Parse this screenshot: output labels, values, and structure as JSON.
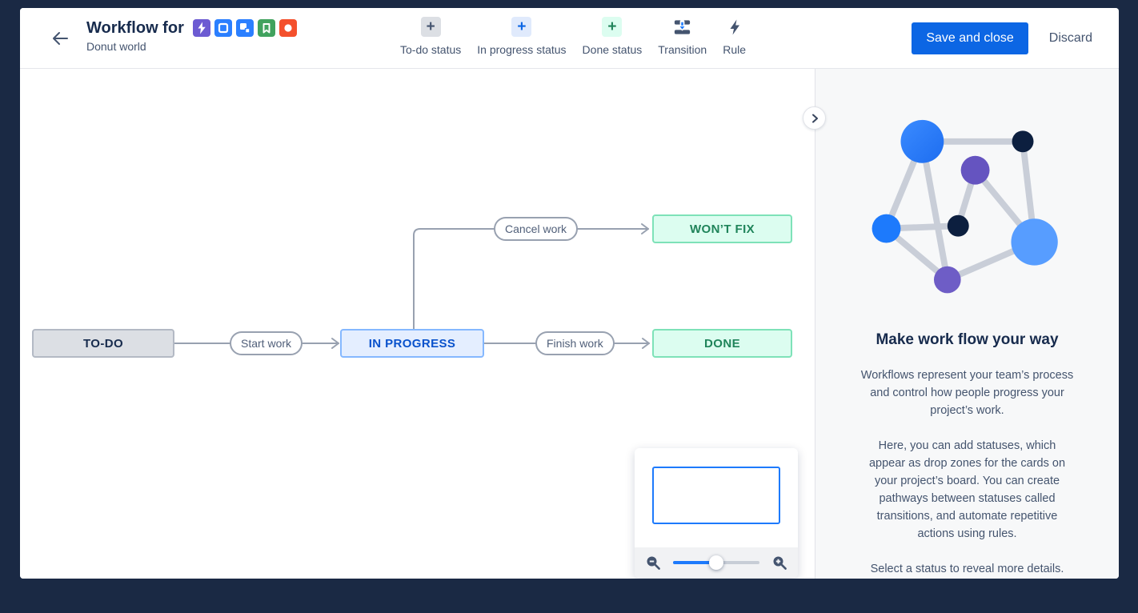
{
  "header": {
    "title": "Workflow for",
    "subtitle": "Donut world",
    "issue_type_icons": [
      {
        "name": "epic-icon",
        "glyph": "lightning",
        "color": "#6C5BD2"
      },
      {
        "name": "task-icon",
        "glyph": "square-outline",
        "color": "#2B7FFF"
      },
      {
        "name": "subtask-icon",
        "glyph": "subtask-squares",
        "color": "#2B7FFF"
      },
      {
        "name": "story-icon",
        "glyph": "bookmark",
        "color": "#41A25E"
      },
      {
        "name": "bug-icon",
        "glyph": "circle",
        "color": "#F4502C"
      }
    ],
    "toolbar": {
      "items": [
        {
          "label": "To-do status",
          "icon": "add-icon",
          "icon_bg": "#DCDFE4",
          "icon_color": "#44546F"
        },
        {
          "label": "In progress status",
          "icon": "add-icon",
          "icon_bg": "#E0EAFC",
          "icon_color": "#0C66E4"
        },
        {
          "label": "Done status",
          "icon": "add-icon",
          "icon_bg": "#DCFDF0",
          "icon_color": "#1F845A"
        },
        {
          "label": "Transition",
          "icon": "transition-icon",
          "icon_color": "#44546F"
        },
        {
          "label": "Rule",
          "icon": "lightning-icon",
          "icon_color": "#44546F"
        }
      ]
    },
    "save_label": "Save and close",
    "discard_label": "Discard"
  },
  "canvas": {
    "nodes": [
      {
        "label": "TO-DO",
        "category": "todo"
      },
      {
        "label": "IN PROGRESS",
        "category": "in-progress"
      },
      {
        "label": "DONE",
        "category": "done"
      },
      {
        "label": "WON’T FIX",
        "category": "done"
      }
    ],
    "transitions": [
      {
        "label": "Start work",
        "from": "TO-DO",
        "to": "IN PROGRESS"
      },
      {
        "label": "Cancel work",
        "from": "IN PROGRESS",
        "to": "WON’T FIX"
      },
      {
        "label": "Finish work",
        "from": "IN PROGRESS",
        "to": "DONE"
      }
    ]
  },
  "minimap": {
    "slider_value_pct": 50,
    "zoom_out_icon": "magnifier-minus",
    "zoom_in_icon": "magnifier-plus"
  },
  "side_panel": {
    "heading": "Make work flow your way",
    "paragraphs": [
      "Workflows represent your team’s process and control how people progress your project’s work.",
      "Here, you can add statuses, which appear as drop zones for the cards on your project’s board. You can create pathways between statuses called transitions, and automate repetitive actions using rules.",
      "Select a status to reveal more details."
    ]
  },
  "colors": {
    "frame_background": "#1A2944",
    "primary_blue": "#0C66E4",
    "heading_text": "#172B4D",
    "secondary_text": "#44546F",
    "edge_gray": "#98A1B0",
    "todo_bg": "#DCDFE4",
    "inprogress_bg": "#E4EEFF",
    "inprogress_border": "#85B8FF",
    "done_bg": "#DCFDF0",
    "done_border": "#7EE2B8",
    "done_text": "#1F845A",
    "panel_bg": "#F7F8F9",
    "minimap_viewport_border": "#1D7AFC"
  }
}
